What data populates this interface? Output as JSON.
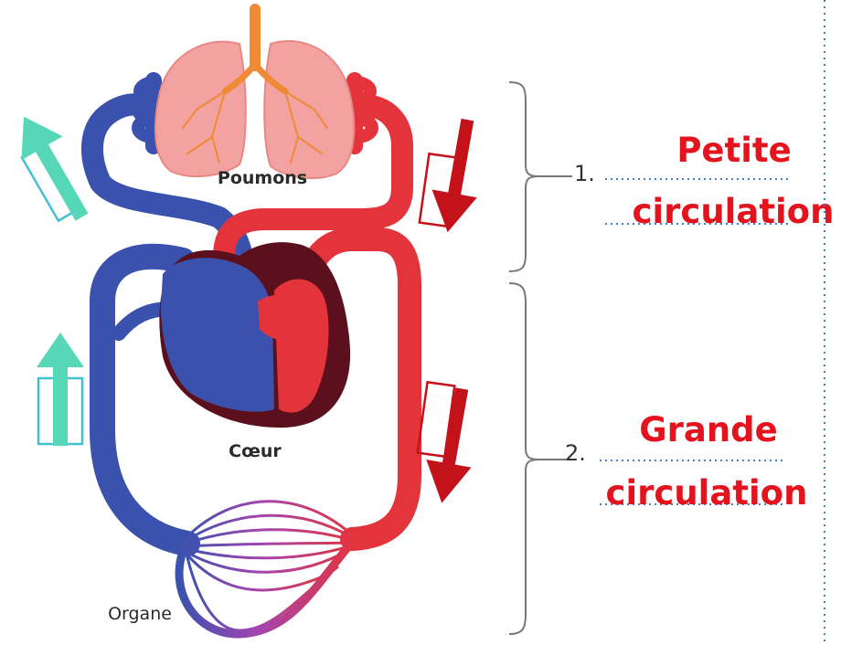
{
  "labels": {
    "lungs": "Poumons",
    "heart": "Cœur",
    "organ": "Organe"
  },
  "items": [
    {
      "number": "1.",
      "answer_line1": "Petite",
      "answer_line2": "circulation"
    },
    {
      "number": "2.",
      "answer_line1": "Grande",
      "answer_line2": "circulation"
    }
  ],
  "colors": {
    "oxygen_poor_blood": "#3a52ad",
    "oxygen_rich_blood": "#e3343c",
    "heart_dark": "#5c0f1c",
    "lungs": "#f2a2a0",
    "bronchi": "#f08a34",
    "flow_arrow_poor": "#56d8b8",
    "flow_arrow_rich": "#c4121a",
    "answer_text": "#e3141e",
    "dotted_line": "#3f7fc4"
  }
}
